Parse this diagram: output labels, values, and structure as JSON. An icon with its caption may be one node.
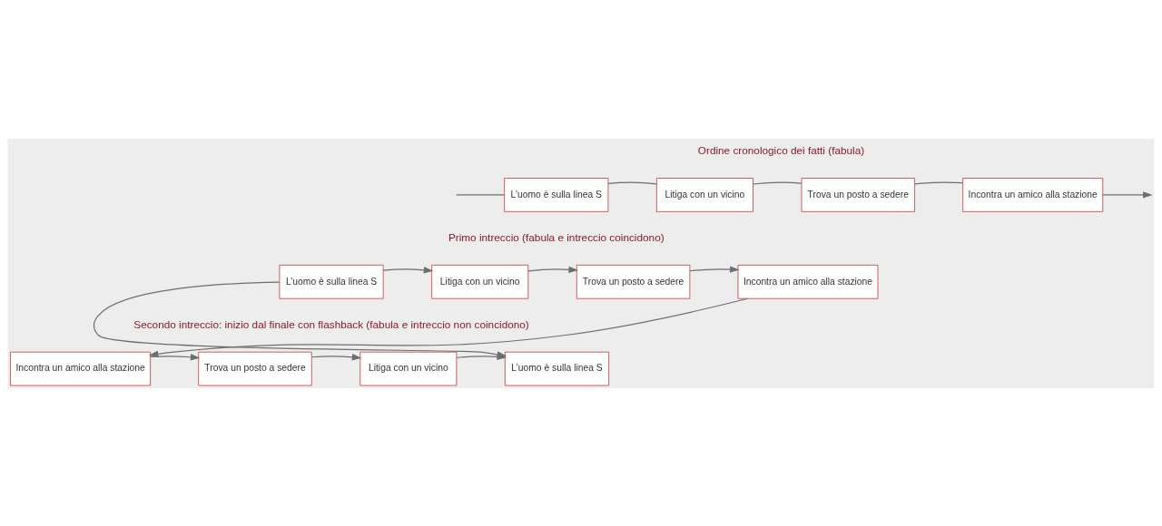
{
  "diagram": {
    "nodes": [
      {
        "text": [
          "L’uomo è sulla linea S"
        ]
      },
      {
        "text": [
          "Litiga con un vicino"
        ]
      },
      {
        "text": [
          "Trova un posto a sedere"
        ]
      },
      {
        "text": [
          "Incontra un amico alla stazione"
        ]
      },
      {
        "text": [
          "L’uomo è sulla linea S"
        ]
      },
      {
        "text": [
          "Litiga con un vicino"
        ]
      },
      {
        "text": [
          "Trova un posto a sedere"
        ]
      },
      {
        "text": [
          "Incontra un amico alla stazione"
        ]
      },
      {
        "text": [
          "Incontra un amico alla stazione"
        ]
      },
      {
        "text": [
          "Trova un posto a sedere"
        ]
      },
      {
        "text": [
          "Litiga con un vicino"
        ]
      },
      {
        "text": [
          "L’uomo è sulla linea S"
        ]
      }
    ],
    "edges": [
      {
        "from": null,
        "to": 0,
        "arrow": "none"
      },
      {
        "from": 0,
        "to": 1,
        "arrow": "none"
      },
      {
        "from": 1,
        "to": 2,
        "arrow": "none"
      },
      {
        "from": 2,
        "to": 3,
        "arrow": "none"
      },
      {
        "from": 3,
        "to": null,
        "arrow": "to"
      },
      {
        "from": 4,
        "to": 5,
        "arrow": "to"
      },
      {
        "from": 5,
        "to": 6,
        "arrow": "to"
      },
      {
        "from": 6,
        "to": 7,
        "arrow": "to"
      },
      {
        "from": 4,
        "to": 11,
        "arrow": "to"
      },
      {
        "from": 7,
        "to": 8,
        "arrow": "to"
      },
      {
        "from": 8,
        "to": 9,
        "arrow": "to"
      },
      {
        "from": 9,
        "to": 10,
        "arrow": "to"
      },
      {
        "from": 10,
        "to": 11,
        "arrow": "to"
      }
    ],
    "labels": [
      "Ordine cronologico dei fatti (fabula)",
      "Primo intreccio (fabula e intreccio coincidono)",
      "Secondo intreccio: inizio dal finale con flashback (fabula e intreccio non coincidono)"
    ]
  }
}
